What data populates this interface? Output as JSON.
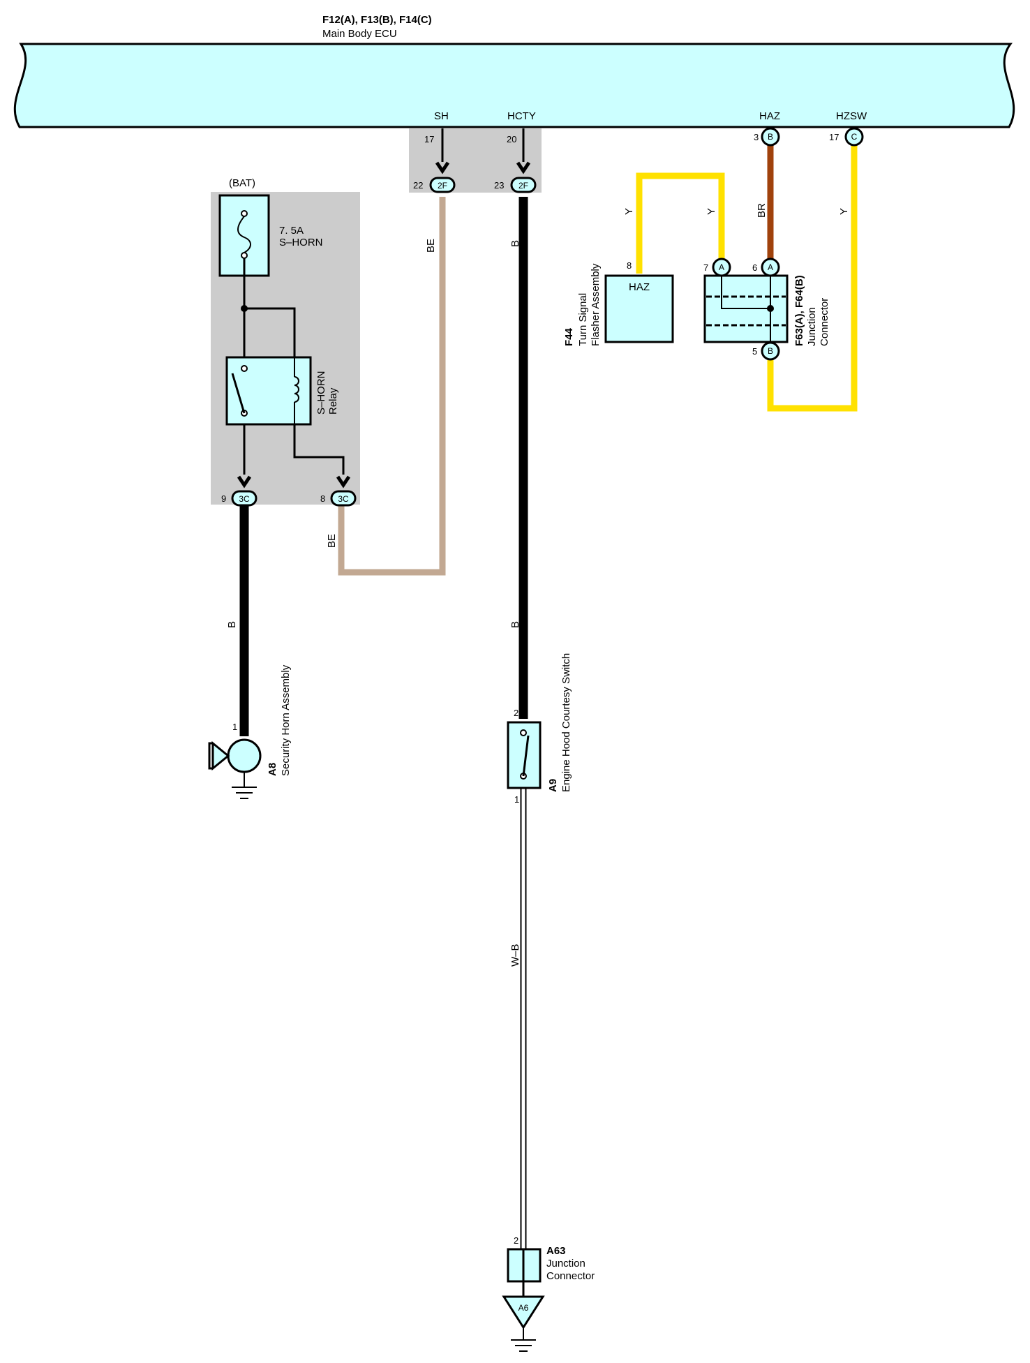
{
  "ecu": {
    "connector_codes": "F12(A), F13(B), F14(C)",
    "name": "Main Body ECU",
    "terminals": [
      {
        "name": "SH",
        "pin": "17"
      },
      {
        "name": "HCTY",
        "pin": "20"
      },
      {
        "name": "HAZ",
        "pin": "3",
        "connector": "B"
      },
      {
        "name": "HZSW",
        "pin": "17",
        "connector": "C"
      }
    ]
  },
  "junction_2F": {
    "code": "2F",
    "pins": [
      "22",
      "23"
    ]
  },
  "relay_block": {
    "supply": "(BAT)",
    "fuse_rating": "7. 5A",
    "fuse_name": "S–HORN",
    "relay_name": "S–HORN",
    "relay_word": "Relay",
    "connector": "3C",
    "pins": [
      "9",
      "8"
    ]
  },
  "wires": {
    "beige": "BE",
    "black": "B",
    "yellow": "Y",
    "brown": "BR",
    "white_black": "W–B"
  },
  "colors": {
    "ecu_fill": "#ccffff",
    "junction_block": "#cccccc",
    "yellow_wire": "#ffe100",
    "brown_wire": "#a0420c",
    "beige_wire": "#c2a892",
    "black_wire": "#000000"
  },
  "horn": {
    "code": "A8",
    "name": "Security Horn Assembly",
    "pin": "1"
  },
  "hood_switch": {
    "code": "A9",
    "name": "Engine Hood Courtesy Switch",
    "pins": [
      "2",
      "1"
    ]
  },
  "junction_A63": {
    "code": "A63",
    "line1": "Junction",
    "line2": "Connector",
    "pin": "2",
    "ground": "A6"
  },
  "flasher": {
    "code": "F44",
    "line1": "Turn Signal",
    "line2": "Flasher Assembly",
    "terminal": "HAZ",
    "pin": "8"
  },
  "junction_F63": {
    "codes": "F63(A), F64(B)",
    "line1": "Junction",
    "line2": "Connector",
    "pin_a1": "7",
    "pin_a2": "6",
    "pin_b": "5",
    "connector_a": "A",
    "connector_b": "B"
  }
}
